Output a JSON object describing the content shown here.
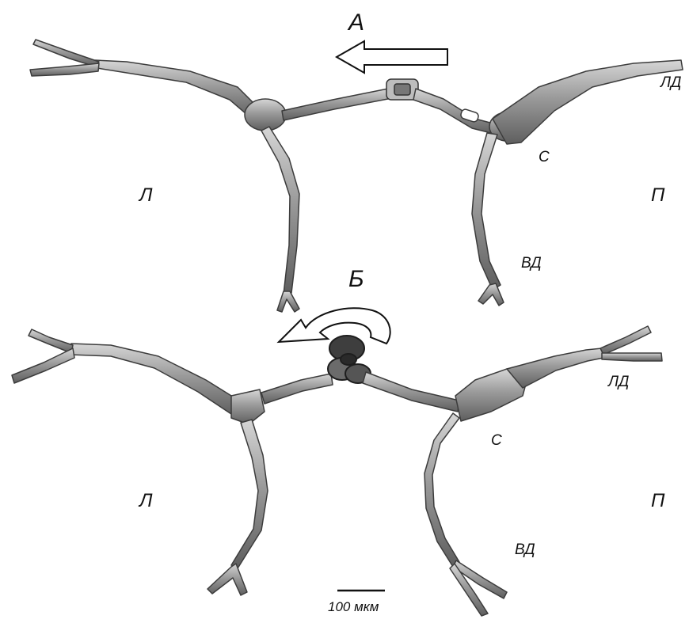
{
  "panel_a": {
    "letter": "А",
    "left_label": "Л",
    "right_label": "П",
    "c_label": "С",
    "ld_label": "ЛД",
    "vd_label": "ВД"
  },
  "panel_b": {
    "letter": "Б",
    "left_label": "Л",
    "right_label": "П",
    "c_label": "С",
    "ld_label": "ЛД",
    "vd_label": "ВД"
  },
  "scale_bar": {
    "label": "100 мкм"
  },
  "colors": {
    "structure_fill": "#9c9c9c",
    "structure_stroke": "#3c3c3c",
    "knot_fill": "#3e3e3e"
  }
}
